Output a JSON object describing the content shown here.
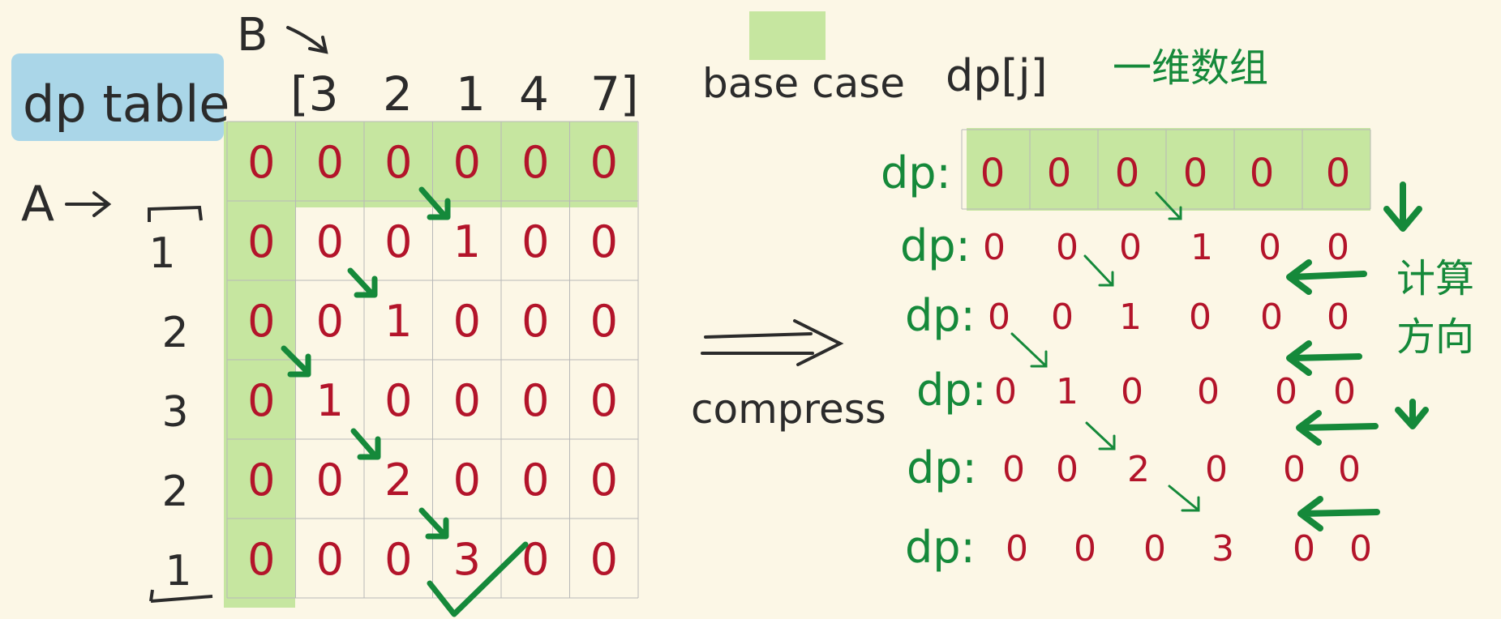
{
  "left": {
    "title": "dp table",
    "b_label": "B",
    "a_label": "A",
    "b_array": [
      "[3",
      "2",
      "1",
      "4",
      "7]"
    ],
    "a_array": [
      "1",
      "2",
      "3",
      "2",
      "1"
    ],
    "table": [
      [
        "0",
        "0",
        "0",
        "0",
        "0",
        "0"
      ],
      [
        "0",
        "0",
        "0",
        "1",
        "0",
        "0"
      ],
      [
        "0",
        "0",
        "1",
        "0",
        "0",
        "0"
      ],
      [
        "0",
        "1",
        "0",
        "0",
        "0",
        "0"
      ],
      [
        "0",
        "0",
        "2",
        "0",
        "0",
        "0"
      ],
      [
        "0",
        "0",
        "0",
        "3",
        "0",
        "0"
      ]
    ]
  },
  "middle": {
    "legend_label": "base case",
    "compress_label": "compress",
    "legend_color": "#c6e6a0"
  },
  "right": {
    "title_code": "dp[j]",
    "title_note": "一维数组",
    "direction_label": "计算方向",
    "row_label": "dp:",
    "rows": [
      [
        "0",
        "0",
        "0",
        "0",
        "0",
        "0"
      ],
      [
        "0",
        "0",
        "0",
        "1",
        "0",
        "0"
      ],
      [
        "0",
        "0",
        "1",
        "0",
        "0",
        "0"
      ],
      [
        "0",
        "1",
        "0",
        "0",
        "0",
        "0"
      ],
      [
        "0",
        "0",
        "2",
        "0",
        "0",
        "0"
      ],
      [
        "0",
        "0",
        "0",
        "3",
        "0",
        "0"
      ]
    ]
  },
  "colors": {
    "background": "#fcf7e6",
    "ink": "#2b2b2b",
    "value_red": "#b3142a",
    "arrow_green": "#15893a",
    "highlight_green": "#c6e6a0",
    "title_blue": "#aad6e8"
  }
}
